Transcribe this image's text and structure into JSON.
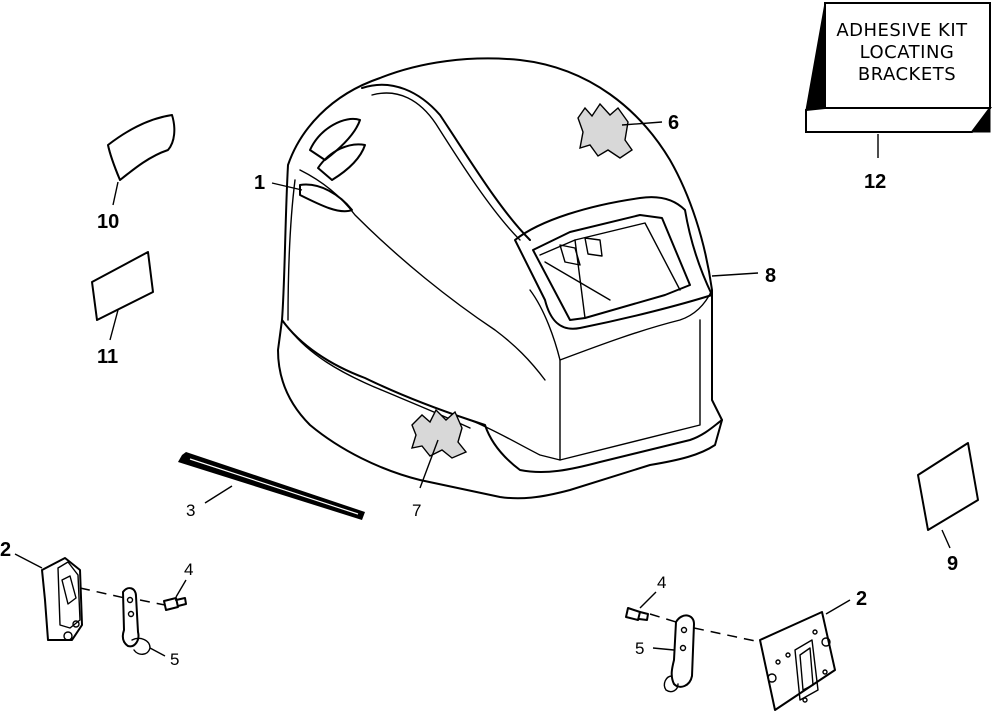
{
  "callouts": {
    "c1": "1",
    "c2_left": "2",
    "c2_right": "2",
    "c3": "3",
    "c4_left": "4",
    "c4_right": "4",
    "c5_left": "5",
    "c5_right": "5",
    "c6": "6",
    "c7": "7",
    "c8": "8",
    "c9": "9",
    "c10": "10",
    "c11": "11",
    "c12": "12"
  },
  "kit_box": {
    "line1": "ADHESIVE KIT",
    "line2": "LOCATING",
    "line3": "BRACKETS"
  },
  "colors": {
    "line": "#000000",
    "background": "#ffffff"
  }
}
